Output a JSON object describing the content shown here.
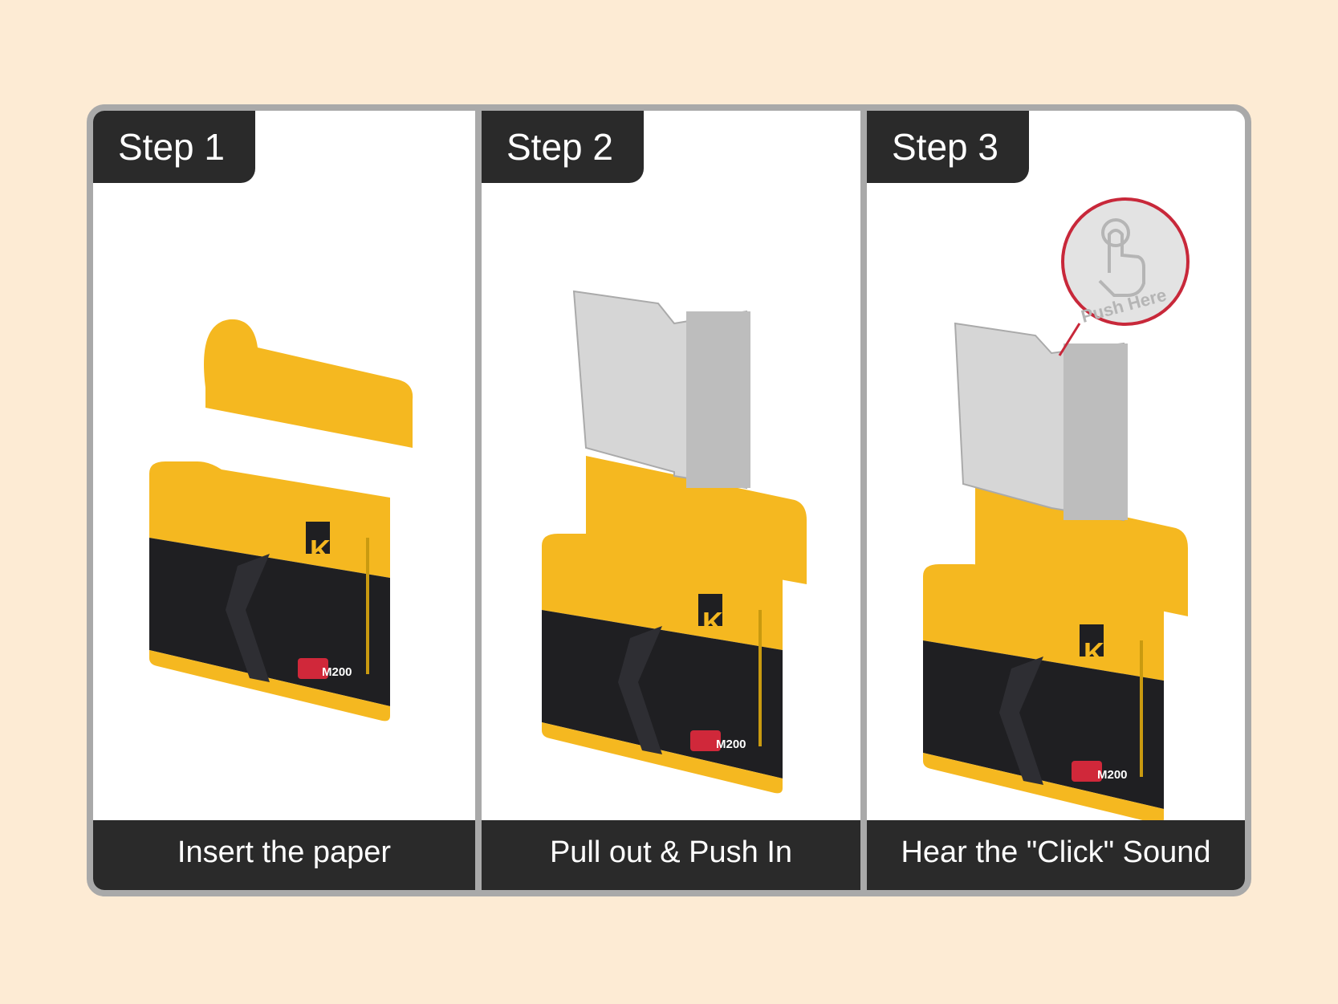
{
  "steps": [
    {
      "label": "Step 1",
      "caption": "Insert the paper"
    },
    {
      "label": "Step 2",
      "caption": "Pull out & Push In"
    },
    {
      "label": "Step 3",
      "caption": "Hear the \"Click\" Sound"
    }
  ],
  "product": {
    "brand_mark": "K",
    "model_badge": "M200",
    "push_badge": "Push Here"
  },
  "colors": {
    "background": "#fdebd4",
    "frame": "#a9a9a9",
    "label_bg": "#2a2a2a",
    "accent_yellow": "#f5b820",
    "body_black": "#1f1f22",
    "badge_red": "#d0283a"
  }
}
